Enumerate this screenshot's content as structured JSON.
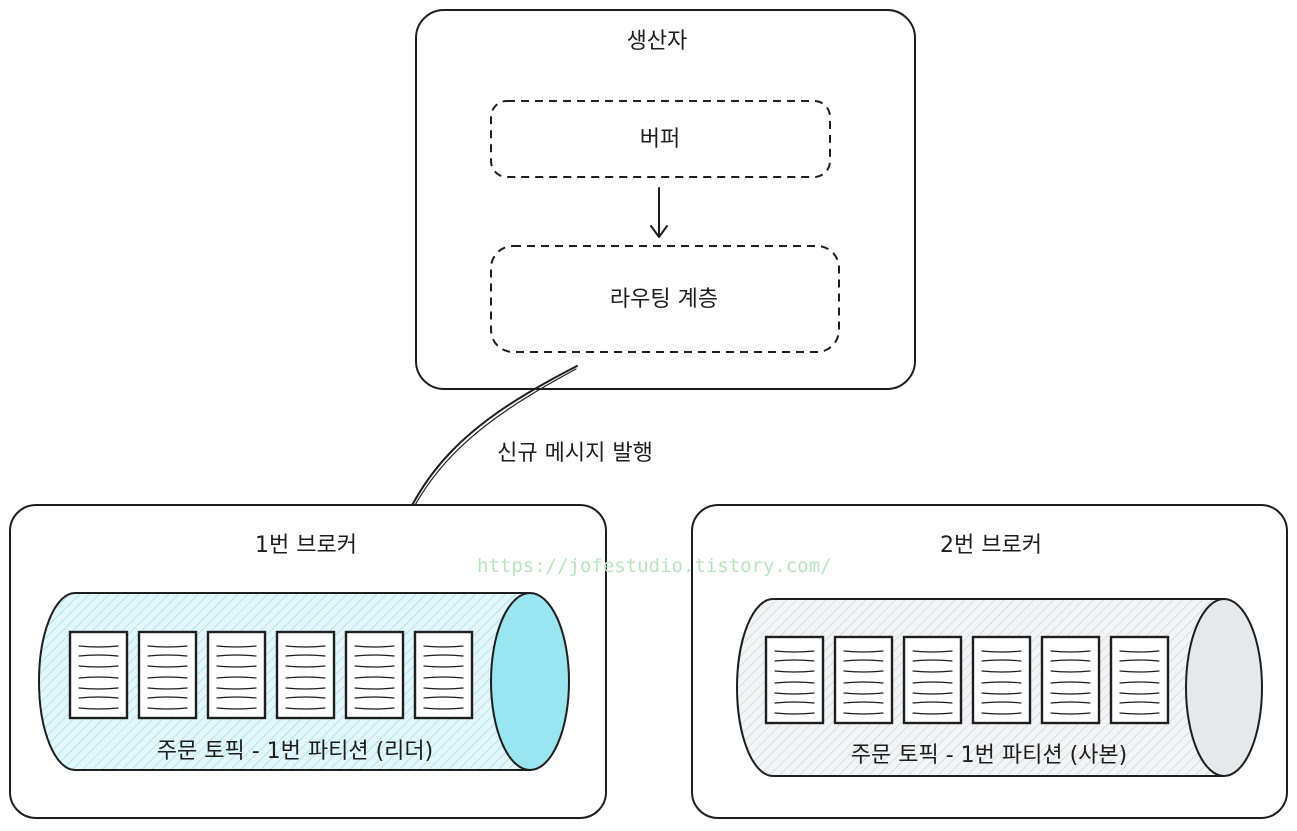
{
  "producer": {
    "title": "생산자",
    "buffer_label": "버퍼",
    "routing_label": "라우팅 계층"
  },
  "publish_label": "신규 메시지 발행",
  "watermark": "https://jofestudio.tistory.com/",
  "broker1": {
    "title": "1번 브로커",
    "partition_label": "주문 토픽 - 1번 파티션 (리더)",
    "fill_color": "#c3ecf3",
    "cap_color": "#99e5f0",
    "message_count": 6
  },
  "broker2": {
    "title": "2번 브로커",
    "partition_label": "주문 토픽 - 1번 파티션 (사본)",
    "fill_color": "#e6e9ec",
    "cap_color": "#e6e9ec",
    "message_count": 6
  }
}
